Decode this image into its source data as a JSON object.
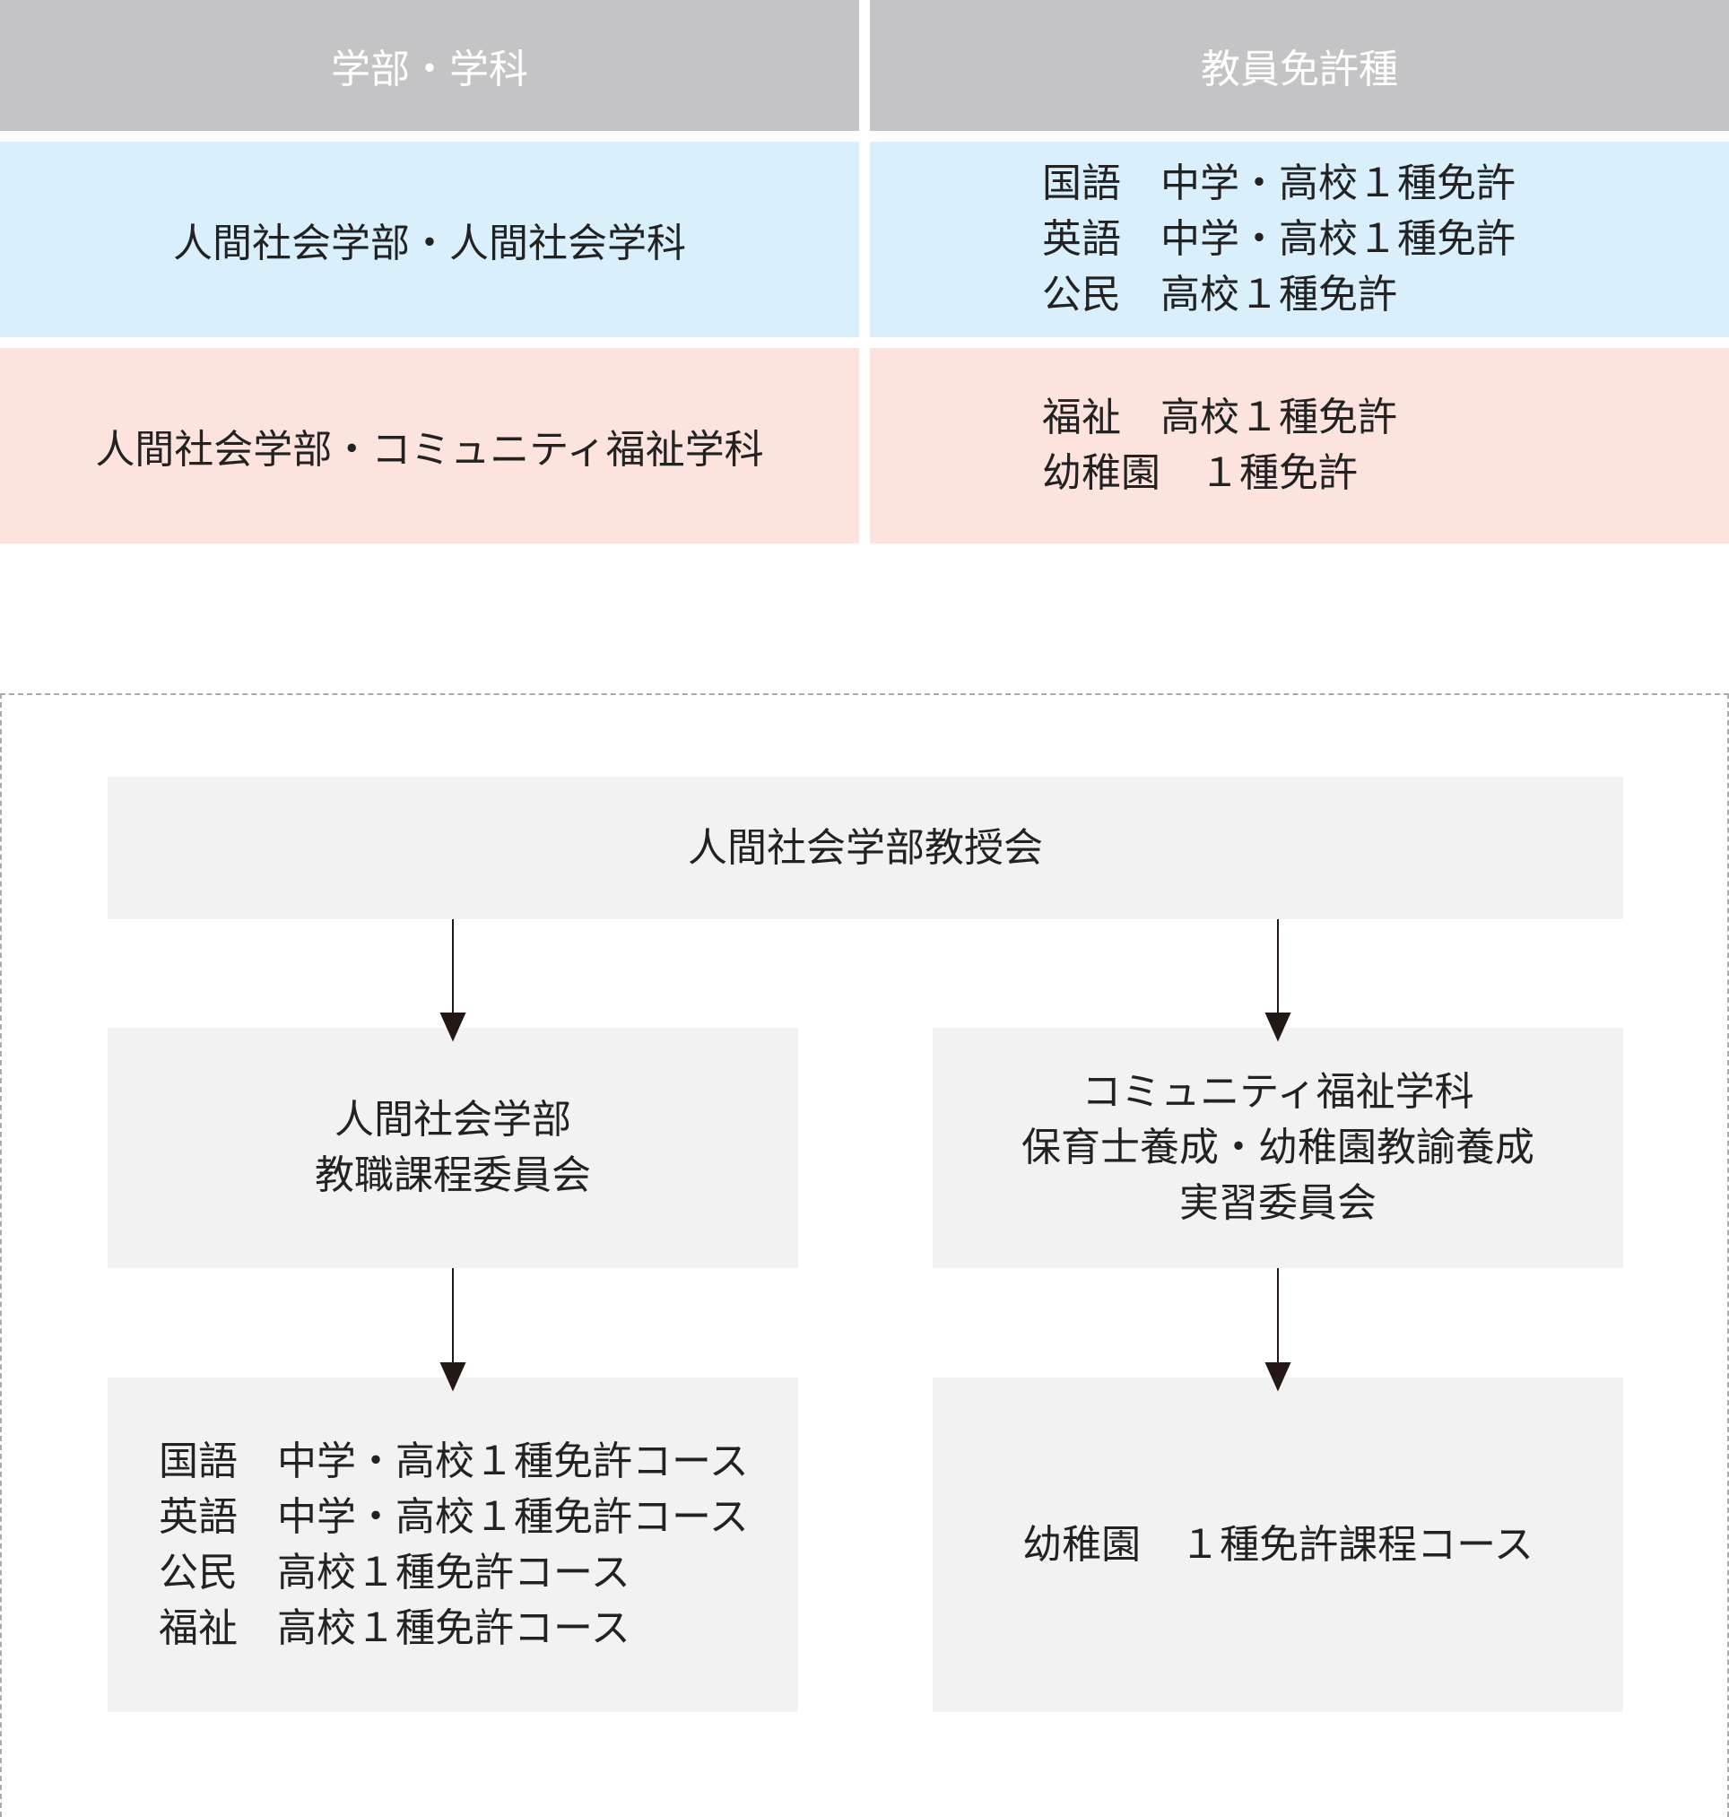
{
  "table": {
    "header": {
      "col1": "学部・学科",
      "col2": "教員免許種"
    },
    "rows": [
      {
        "department": "人間社会学部・人間社会学科",
        "licenses": [
          "国語　中学・高校１種免許",
          "英語　中学・高校１種免許",
          "公民　高校１種免許"
        ]
      },
      {
        "department": "人間社会学部・コミュニティ福祉学科",
        "licenses": [
          "福祉　高校１種免許",
          "幼稚園　１種免許"
        ]
      }
    ]
  },
  "colors": {
    "header": "#c4c4c6",
    "row1": "#d9effc",
    "row2": "#fde3de",
    "box": "#f2f2f2"
  },
  "org": {
    "top": "人間社会学部教授会",
    "left_committee": [
      "人間社会学部",
      "教職課程委員会"
    ],
    "right_committee": [
      "コミュニティ福祉学科",
      "保育士養成・幼稚園教諭養成",
      "実習委員会"
    ],
    "left_courses": [
      "国語　中学・高校１種免許コース",
      "英語　中学・高校１種免許コース",
      "公民　高校１種免許コース",
      "福祉　高校１種免許コース"
    ],
    "right_courses": [
      "幼稚園　１種免許課程コース"
    ]
  }
}
